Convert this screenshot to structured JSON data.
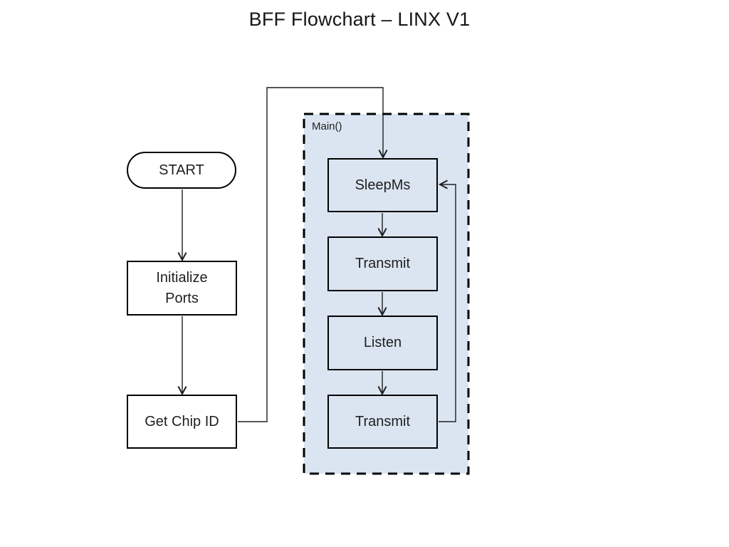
{
  "title": "BFF Flowchart – LINX V1",
  "container": {
    "label": "Main()",
    "fill_color": "#dbe5f1",
    "border_color": "#000000",
    "border_style": "dashed"
  },
  "colors": {
    "node_fill_white": "#ffffff",
    "node_fill_blue": "#dbe5f1",
    "node_border": "#000000",
    "connector": "#1f1f1f",
    "title_text": "#161616"
  },
  "nodes": {
    "start": {
      "label": "START",
      "shape": "terminator"
    },
    "init_ports": {
      "label": "Initialize\nPorts",
      "shape": "process"
    },
    "get_chip_id": {
      "label": "Get Chip ID",
      "shape": "process"
    },
    "sleepms": {
      "label": "SleepMs",
      "shape": "process"
    },
    "transmit_1": {
      "label": "Transmit",
      "shape": "process"
    },
    "listen": {
      "label": "Listen",
      "shape": "process"
    },
    "transmit_2": {
      "label": "Transmit",
      "shape": "process"
    }
  },
  "edges": [
    {
      "from": "start",
      "to": "init_ports",
      "route": "straight-down"
    },
    {
      "from": "init_ports",
      "to": "get_chip_id",
      "route": "straight-down"
    },
    {
      "from": "get_chip_id",
      "to": "sleepms",
      "route": "right-up-right-down"
    },
    {
      "from": "sleepms",
      "to": "transmit_1",
      "route": "straight-down"
    },
    {
      "from": "transmit_1",
      "to": "listen",
      "route": "straight-down"
    },
    {
      "from": "listen",
      "to": "transmit_2",
      "route": "straight-down"
    },
    {
      "from": "transmit_2",
      "to": "sleepms",
      "route": "right-up-left-loopback"
    }
  ]
}
